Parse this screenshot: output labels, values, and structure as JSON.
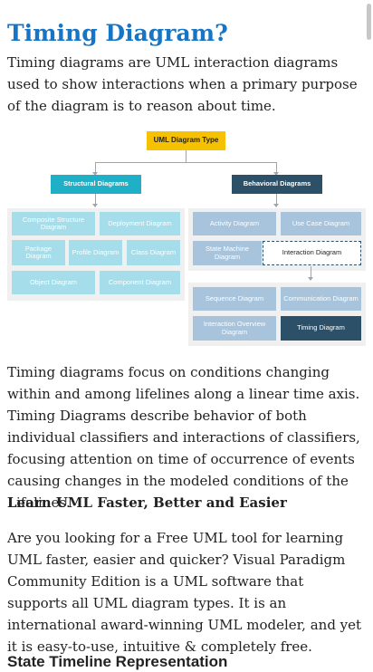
{
  "title": "Timing Diagram?",
  "paragraph1": "Timing diagrams are UML interaction diagrams used to show interactions when a primary purpose of the diagram is to reason about time.",
  "diagram": {
    "root": "UML Diagram Type",
    "structural": {
      "label": "Structural Diagrams",
      "items": [
        "Composite Structure Diagram",
        "Deployment Diagram",
        "Package Diagram",
        "Profile Diagram",
        "Class Diagram",
        "Object Diagram",
        "Component Diagram"
      ]
    },
    "behavioral": {
      "label": "Behavioral Diagrams",
      "items": [
        "Activity Diagram",
        "Use Case Diagram",
        "State Machine Diagram",
        "Interaction Diagram"
      ],
      "interaction_items": [
        "Sequence Diagram",
        "Communication Diagram",
        "Interaction Overview Diagram",
        "Timing Diagram"
      ]
    },
    "colors": {
      "root": "#f5c100",
      "structural": "#1fb0c7",
      "behavioral": "#2c5068",
      "structural_light": "#a5ddea",
      "behavioral_light": "#a7c4dc"
    }
  },
  "paragraph2": "Timing diagrams focus on conditions changing within and among lifelines along a linear time axis. Timing Diagrams describe behavior of both individual classifiers and interactions of classifiers, focusing attention on time of occurrence of events causing changes in the modeled conditions of the Lifelines.",
  "promo_heading": "Learn UML Faster, Better and Easier",
  "paragraph3": "Are you looking for a Free UML tool for learning UML faster, easier and quicker? Visual Paradigm Community Edition is a UML software that supports all UML diagram types. It is an international award-winning UML modeler, and yet it is easy-to-use, intuitive & completely free.",
  "next_heading": "State Timeline Representation",
  "accent_color": "#1675c4"
}
